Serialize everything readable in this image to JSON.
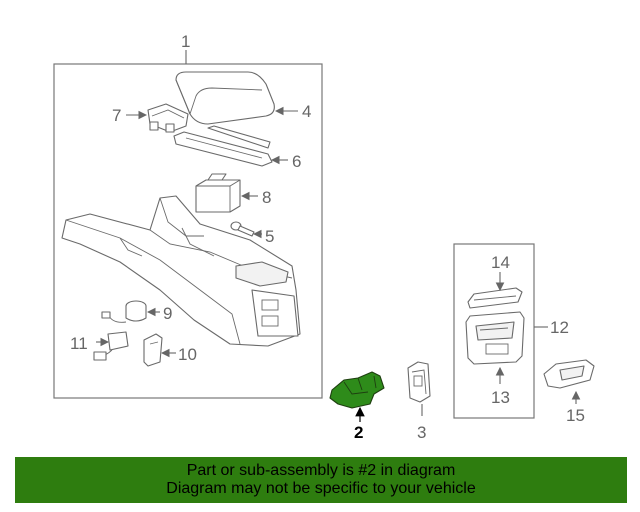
{
  "callouts": {
    "c1": "1",
    "c2": "2",
    "c3": "3",
    "c4": "4",
    "c5": "5",
    "c6": "6",
    "c7": "7",
    "c8": "8",
    "c9": "9",
    "c10": "10",
    "c11": "11",
    "c12": "12",
    "c13": "13",
    "c14": "14",
    "c15": "15"
  },
  "highlight": {
    "part_number": "2",
    "color": "#2e8b1a"
  },
  "banner": {
    "line1": "Part or sub-assembly is #2 in diagram",
    "line2": "Diagram may not be specific to your vehicle",
    "color": "#2e7d0f"
  }
}
